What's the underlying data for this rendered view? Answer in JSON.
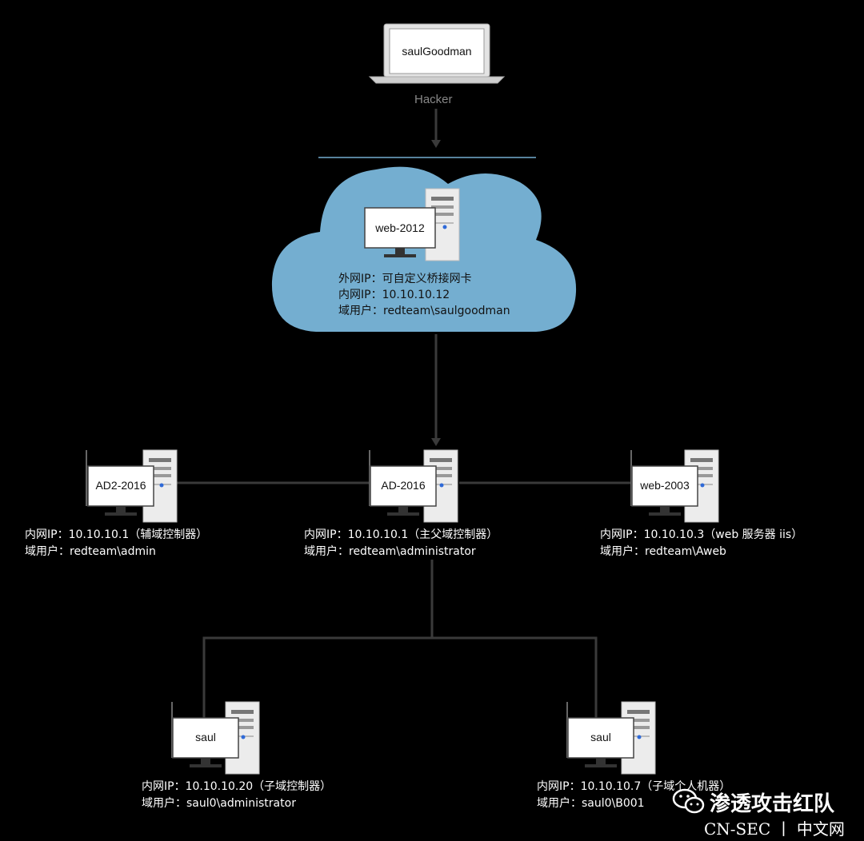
{
  "attacker": {
    "name": "saulGoodman",
    "role": "Hacker"
  },
  "nodes": {
    "web2012": {
      "name": "web-2012",
      "lines": [
        "外网IP：可自定义桥接网卡",
        "内网IP：10.10.10.12",
        "域用户：redteam\\saulgoodman"
      ]
    },
    "ad2": {
      "name": "AD2-2016",
      "lines": [
        "内网IP：10.10.10.1（辅域控制器）",
        "域用户：redteam\\admin"
      ]
    },
    "ad": {
      "name": "AD-2016",
      "lines": [
        "内网IP：10.10.10.1（主父域控制器）",
        "域用户：redteam\\administrator"
      ]
    },
    "web2003": {
      "name": "web-2003",
      "lines": [
        "内网IP：10.10.10.3（web 服务器 iis）",
        "域用户：redteam\\Aweb"
      ]
    },
    "saul_left": {
      "name": "saul",
      "lines": [
        "内网IP：10.10.10.20（子域控制器）",
        "域用户：saul0\\administrator"
      ]
    },
    "saul_right": {
      "name": "saul",
      "lines": [
        "内网IP：10.10.10.7（子域个人机器）",
        "域用户：saul0\\B001"
      ]
    }
  },
  "watermark": {
    "title": "渗透攻击红队",
    "sub": "CN-SEC 丨 中文网",
    "icon": "wechat-icon"
  },
  "colors": {
    "cloud": "#74aed0",
    "line": "#3a3a3a",
    "server": "#ececec",
    "dot": "#2f6ad8"
  }
}
